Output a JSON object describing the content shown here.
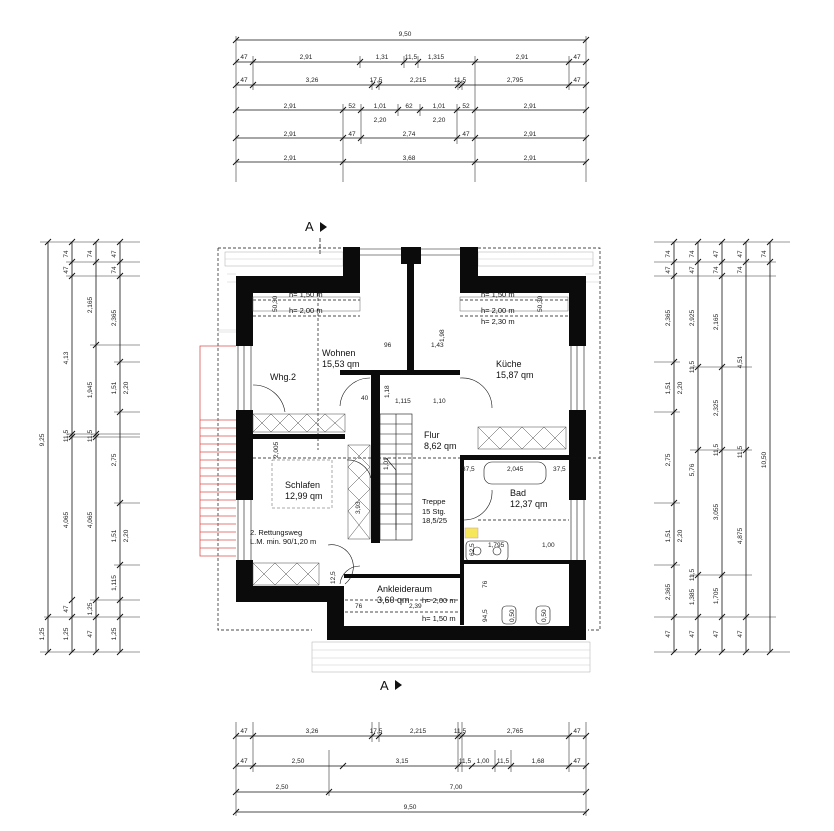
{
  "dimensions": {
    "top": {
      "row1": [
        "9,50"
      ],
      "row2": [
        "47",
        "2,91",
        "1,31",
        "11,5",
        "1,315",
        "2,91",
        "47"
      ],
      "row3": [
        "47",
        "3,26",
        "17,5",
        "2,215",
        "11,5",
        "2,795",
        "47"
      ],
      "row4a": [
        "2,91",
        "52",
        "1,01",
        "62",
        "1,01",
        "52",
        "2,91"
      ],
      "row4b": [
        "2,20",
        "2,20"
      ],
      "row5": [
        "2,91",
        "47",
        "2,74",
        "47",
        "2,91"
      ],
      "row6": [
        "2,91",
        "3,68",
        "2,91"
      ]
    },
    "bottom": {
      "row1": [
        "47",
        "3,26",
        "17,5",
        "2,215",
        "11,5",
        "2,765",
        "47"
      ],
      "row2": [
        "47",
        "2,50",
        "3,15",
        "11,5",
        "1,00",
        "11,5",
        "1,68",
        "47"
      ],
      "row3": [
        "2,50",
        "7,00"
      ],
      "row4": [
        "9,50"
      ]
    },
    "left": {
      "c1": [
        "9,25",
        "1,25"
      ],
      "c2": [
        "74",
        "47",
        "4,13",
        "11,5",
        "4,065",
        "47",
        "1,25"
      ],
      "c3": [
        "74",
        "2,165",
        "1,945",
        "11,5",
        "4,065",
        "1,25",
        "47"
      ],
      "c4": [
        "47",
        "74",
        "47",
        "2,365",
        "1,51",
        "2,75",
        "1,51",
        "1,115",
        "1,25"
      ],
      "c5": [
        "2,20",
        "2,20"
      ]
    },
    "right": {
      "c1": [
        "74",
        "47",
        "2,365",
        "1,51",
        "2,75",
        "1,51",
        "2,365",
        "47"
      ],
      "c2": [
        "2,20",
        "2,20"
      ],
      "c3": [
        "74",
        "47",
        "2,925",
        "11,5",
        "5,76",
        "11,5",
        "1,385",
        "47"
      ],
      "c4": [
        "47",
        "74",
        "2,165",
        "2,325",
        "11,5",
        "3,055",
        "1,705",
        "47"
      ],
      "c5": [
        "47",
        "74",
        "4,51",
        "11,5",
        "4,875",
        "47"
      ],
      "c6": [
        "74",
        "10,50"
      ]
    }
  },
  "section_marks": {
    "top": "A",
    "bottom": "A"
  },
  "rooms": {
    "wohnen": {
      "name": "Wohnen",
      "area": "15,53 qm"
    },
    "whg": {
      "name": "Whg.2"
    },
    "kueche": {
      "name": "Küche",
      "area": "15,87 qm"
    },
    "flur": {
      "name": "Flur",
      "area": "8,62 qm"
    },
    "schlafen": {
      "name": "Schlafen",
      "area": "12,99 qm"
    },
    "bad": {
      "name": "Bad",
      "area": "12,37 qm"
    },
    "treppe": {
      "name": "Treppe",
      "steps": "15 Stg.",
      "ratio": "18,5/25"
    },
    "ankleide": {
      "name": "Ankleideraum",
      "area": "3,60 qm"
    },
    "rettung": {
      "line1": "2. Rettungsweg",
      "line2": "L.M. min. 90/1,20 m"
    }
  },
  "annotations": {
    "h150_l": "h= 1,50 m",
    "h200_l": "h= 2,00 m",
    "h150_r": "h= 1,50 m",
    "h200_r": "h= 2,00 m",
    "h230_r": "h= 2,30 m",
    "h200_a": "h= 2,00 m",
    "h150_a": "h= 1,50 m",
    "d5030_l": "50,30",
    "d5030_r": "50,30",
    "d96": "96",
    "d143": "1,43",
    "d198": "1,98",
    "d118": "1,18",
    "d40": "40",
    "d1115": "1,115",
    "d110": "1,10",
    "d375a": "37,5",
    "d2045": "2,045",
    "d375b": "37,5",
    "d1795": "1,795",
    "d100": "1,00",
    "d625": "62,5",
    "d76a": "76",
    "d76b": "76",
    "d239": "2,39",
    "d945": "94,5",
    "d050a": "0,50",
    "d050b": "0,50",
    "d125": "12,5",
    "d3935": "3,93",
    "d2005": "2,005",
    "d101": "1,01"
  }
}
